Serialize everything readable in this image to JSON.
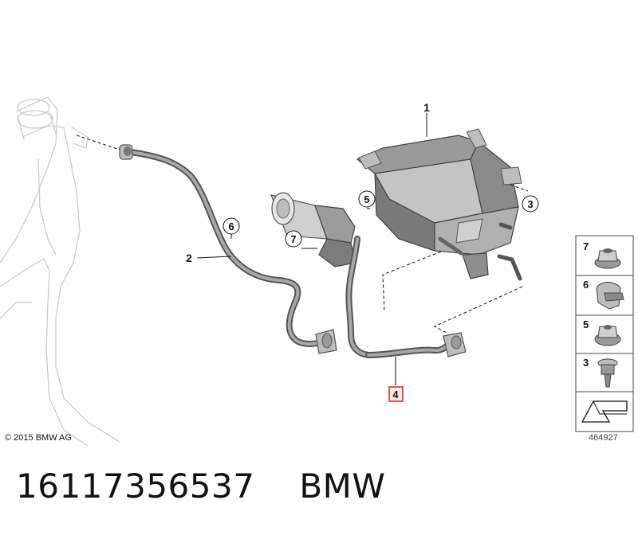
{
  "copyright": "© 2015 BMW AG",
  "document_number": "464927",
  "part_number": "16117356537",
  "brand": "BMW",
  "callouts": {
    "c1": "1",
    "c2": "2",
    "c3": "3",
    "c4": "4",
    "c5": "5",
    "c6": "6",
    "c7": "7"
  },
  "side_panel": [
    "7",
    "6",
    "5",
    "3"
  ],
  "highlight_color": "#d9212c"
}
